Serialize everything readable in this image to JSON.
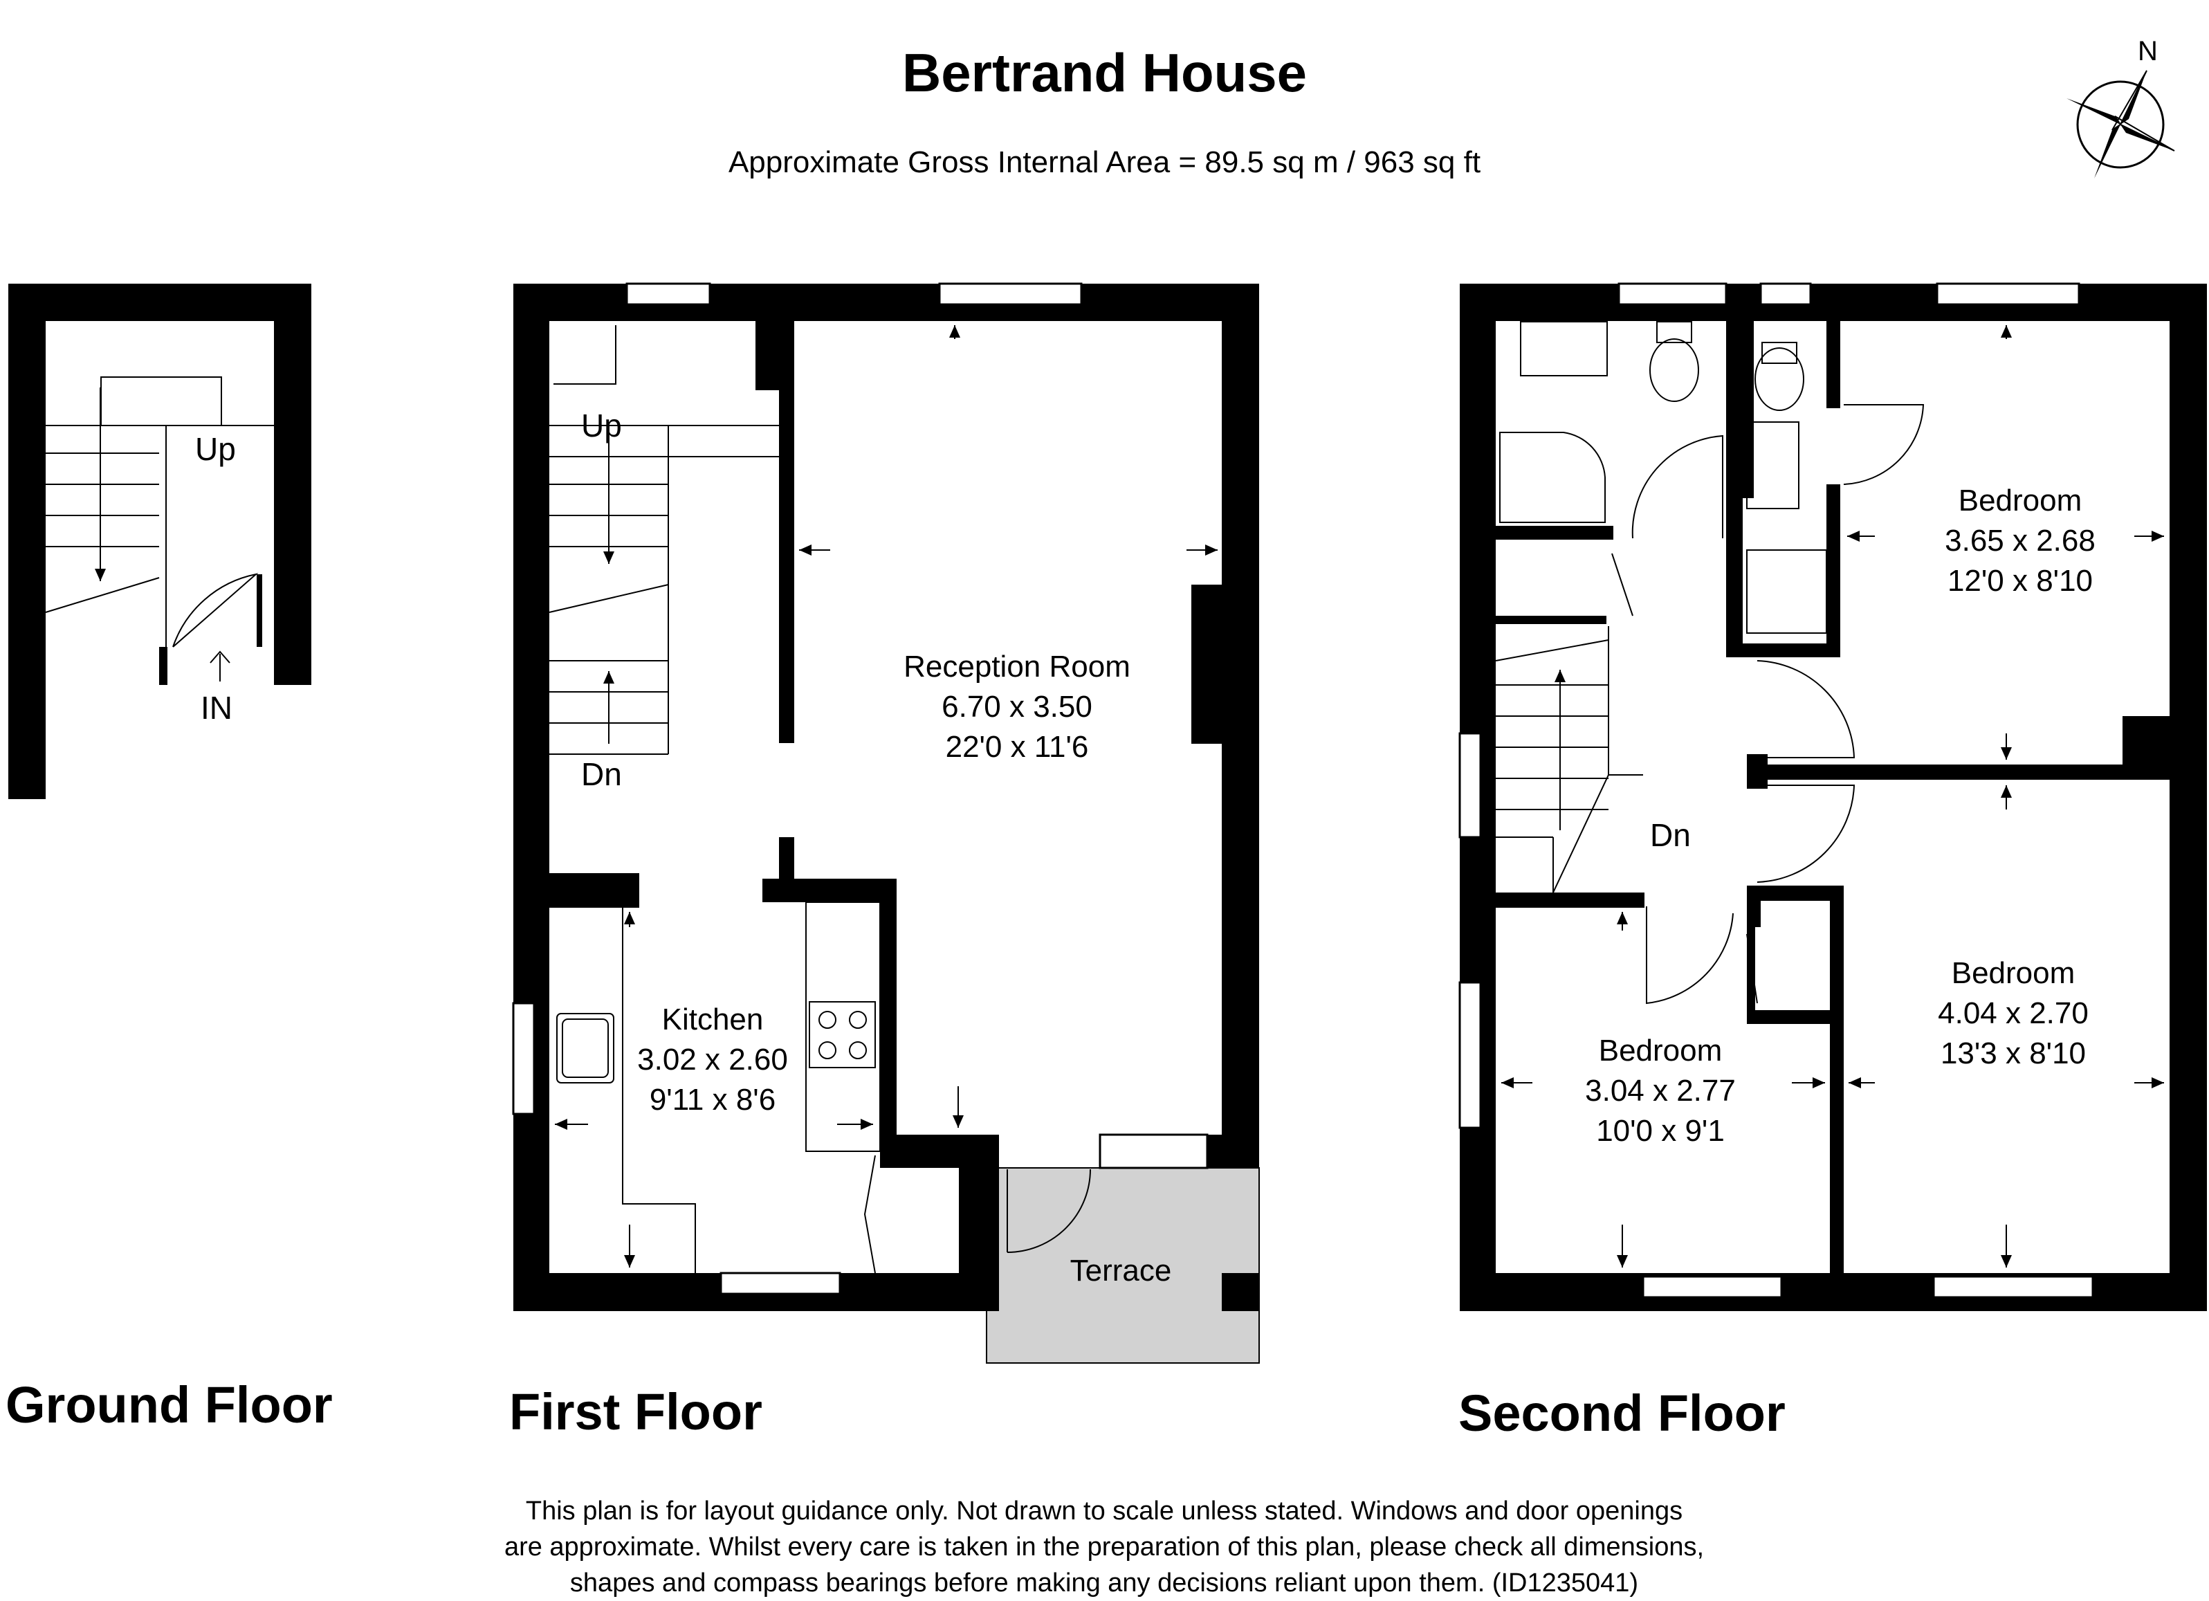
{
  "header": {
    "title": "Bertrand House",
    "area": "Approximate Gross Internal Area = 89.5 sq m / 963 sq ft"
  },
  "compass": {
    "north_label": "N"
  },
  "floors": {
    "ground": {
      "label": "Ground Floor",
      "stairs_label": "Up",
      "entrance_label": "IN"
    },
    "first": {
      "label": "First Floor",
      "stairs_up_label": "Up",
      "stairs_down_label": "Dn",
      "reception": {
        "name": "Reception Room",
        "metric": "6.70 x 3.50",
        "imperial": "22'0 x 11'6"
      },
      "kitchen": {
        "name": "Kitchen",
        "metric": "3.02 x 2.60",
        "imperial": "9'11 x 8'6"
      },
      "terrace": {
        "name": "Terrace"
      }
    },
    "second": {
      "label": "Second Floor",
      "stairs_down_label": "Dn",
      "bedroom_top_right": {
        "name": "Bedroom",
        "metric": "3.65 x 2.68",
        "imperial": "12'0 x 8'10"
      },
      "bedroom_bottom_right": {
        "name": "Bedroom",
        "metric": "4.04 x 2.70",
        "imperial": "13'3 x 8'10"
      },
      "bedroom_bottom_left": {
        "name": "Bedroom",
        "metric": "3.04 x 2.77",
        "imperial": "10'0 x 9'1"
      }
    }
  },
  "footer": {
    "disclaimer_line1": "This plan is for layout guidance only. Not drawn to scale unless stated. Windows and door openings",
    "disclaimer_line2": "are approximate. Whilst every care is taken in the preparation of this plan, please check all dimensions,",
    "disclaimer_line3": "shapes and compass bearings before making any decisions reliant upon them. (ID1235041)"
  }
}
